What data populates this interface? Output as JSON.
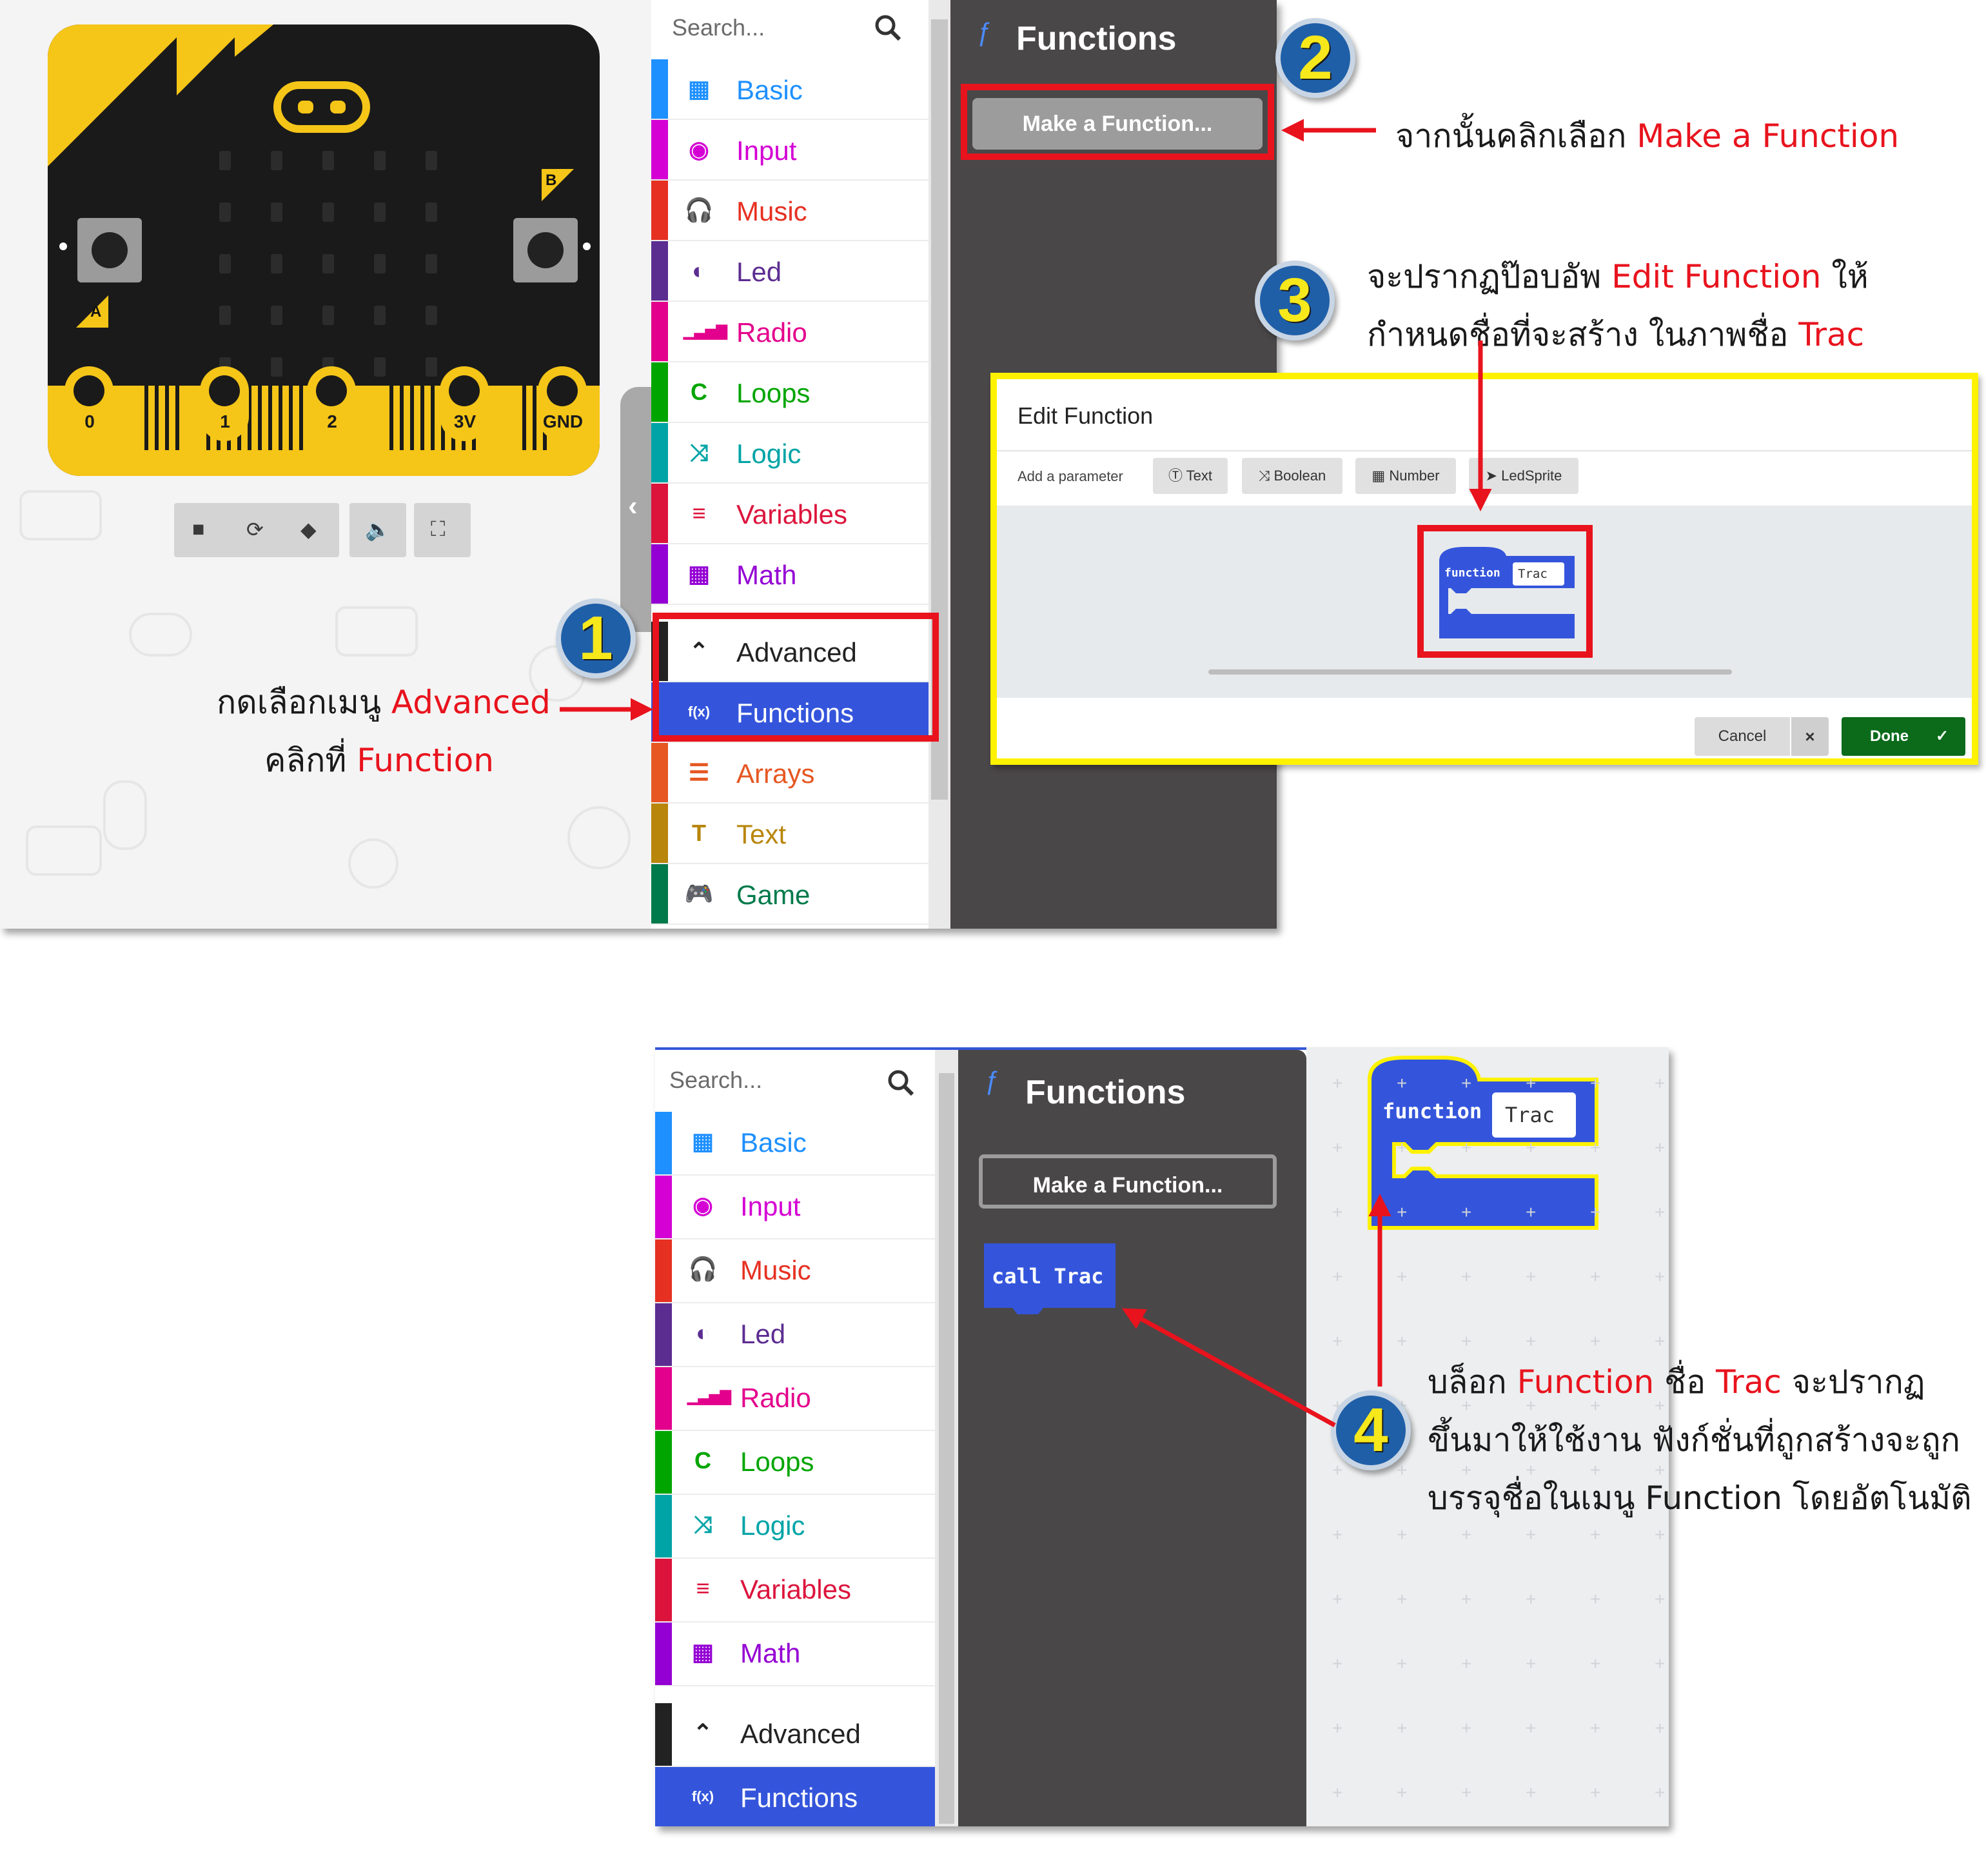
{
  "toolbox": {
    "search_placeholder": "Search...",
    "categories": [
      {
        "label": "Basic",
        "color": "#1e90ff",
        "icon": "grid-icon",
        "glyph": "▦"
      },
      {
        "label": "Input",
        "color": "#d400d4",
        "icon": "target-icon",
        "glyph": "◉"
      },
      {
        "label": "Music",
        "color": "#e63022",
        "icon": "headphones-icon",
        "glyph": "🎧"
      },
      {
        "label": "Led",
        "color": "#5c2d91",
        "icon": "toggle-icon",
        "glyph": "◐"
      },
      {
        "label": "Radio",
        "color": "#e3008c",
        "icon": "signal-bars-icon",
        "glyph": "▁▃▅▇"
      },
      {
        "label": "Loops",
        "color": "#00a500",
        "icon": "refresh-icon",
        "glyph": "C"
      },
      {
        "label": "Logic",
        "color": "#00a4a6",
        "icon": "shuffle-icon",
        "glyph": "⤨"
      },
      {
        "label": "Variables",
        "color": "#dc143c",
        "icon": "lines-icon",
        "glyph": "≡"
      },
      {
        "label": "Math",
        "color": "#9400d3",
        "icon": "calculator-icon",
        "glyph": "▦"
      }
    ],
    "advanced": {
      "label": "Advanced",
      "color": "#222222"
    },
    "functions": {
      "label": "Functions",
      "color": "#3455db",
      "glyph": "f(x)"
    },
    "extra_categories": [
      {
        "label": "Arrays",
        "color": "#e65722",
        "icon": "list-icon",
        "glyph": "☰"
      },
      {
        "label": "Text",
        "color": "#b8860b",
        "icon": "text-icon",
        "glyph": "T"
      },
      {
        "label": "Game",
        "color": "#007a4b",
        "icon": "gamepad-icon",
        "glyph": "🎮"
      }
    ]
  },
  "flyout": {
    "title": "Functions",
    "make_button": "Make a Function...",
    "call_block": "call Trac"
  },
  "microbit": {
    "button_a": "A",
    "button_b": "B",
    "pins": [
      "0",
      "1",
      "2",
      "3V",
      "GND"
    ]
  },
  "dialog": {
    "title": "Edit Function",
    "add_parameter": "Add a parameter",
    "param_buttons": [
      "Text",
      "Boolean",
      "Number",
      "LedSprite"
    ],
    "block_keyword": "function",
    "block_name": "Trac",
    "cancel": "Cancel",
    "cancel_x": "×",
    "done": "Done",
    "done_check": "✓"
  },
  "workspace": {
    "block_keyword": "function",
    "block_name": "Trac"
  },
  "badges": [
    "1",
    "2",
    "3",
    "4"
  ],
  "annotations": {
    "step1_line1_a": "กดเลือกเมนู ",
    "step1_line1_b": "Advanced",
    "step1_line2_a": "คลิกที่ ",
    "step1_line2_b": "Function",
    "step2_a": "จากนั้นคลิกเลือก ",
    "step2_b": "Make a Function",
    "step3_line1_a": "จะปรากฏป๊อบอัพ ",
    "step3_line1_b": "Edit Function",
    "step3_line1_c": " ให้",
    "step3_line2_a": "กำหนดชื่อที่จะสร้าง ในภาพชื่อ ",
    "step3_line2_b": "Trac",
    "step4_line1_a": "บล็อก ",
    "step4_line1_b": "Function",
    "step4_line1_c": " ชื่อ ",
    "step4_line1_d": "Trac",
    "step4_line1_e": " จะปรากฏ",
    "step4_line2": "ขึ้นมาให้ใช้งาน ฟังก์ชั่นที่ถูกสร้างจะถูก",
    "step4_line3": "บรรจุชื่อในเมนู Function โดยอัตโนมัติ"
  },
  "colors": {
    "annotation_red": "#e8131d",
    "badge_blue": "#1f5fa8",
    "badge_yellow": "#f6e81b",
    "dialog_border": "#fff200",
    "block_blue": "#3455db",
    "flyout_bg": "#4a4748"
  }
}
